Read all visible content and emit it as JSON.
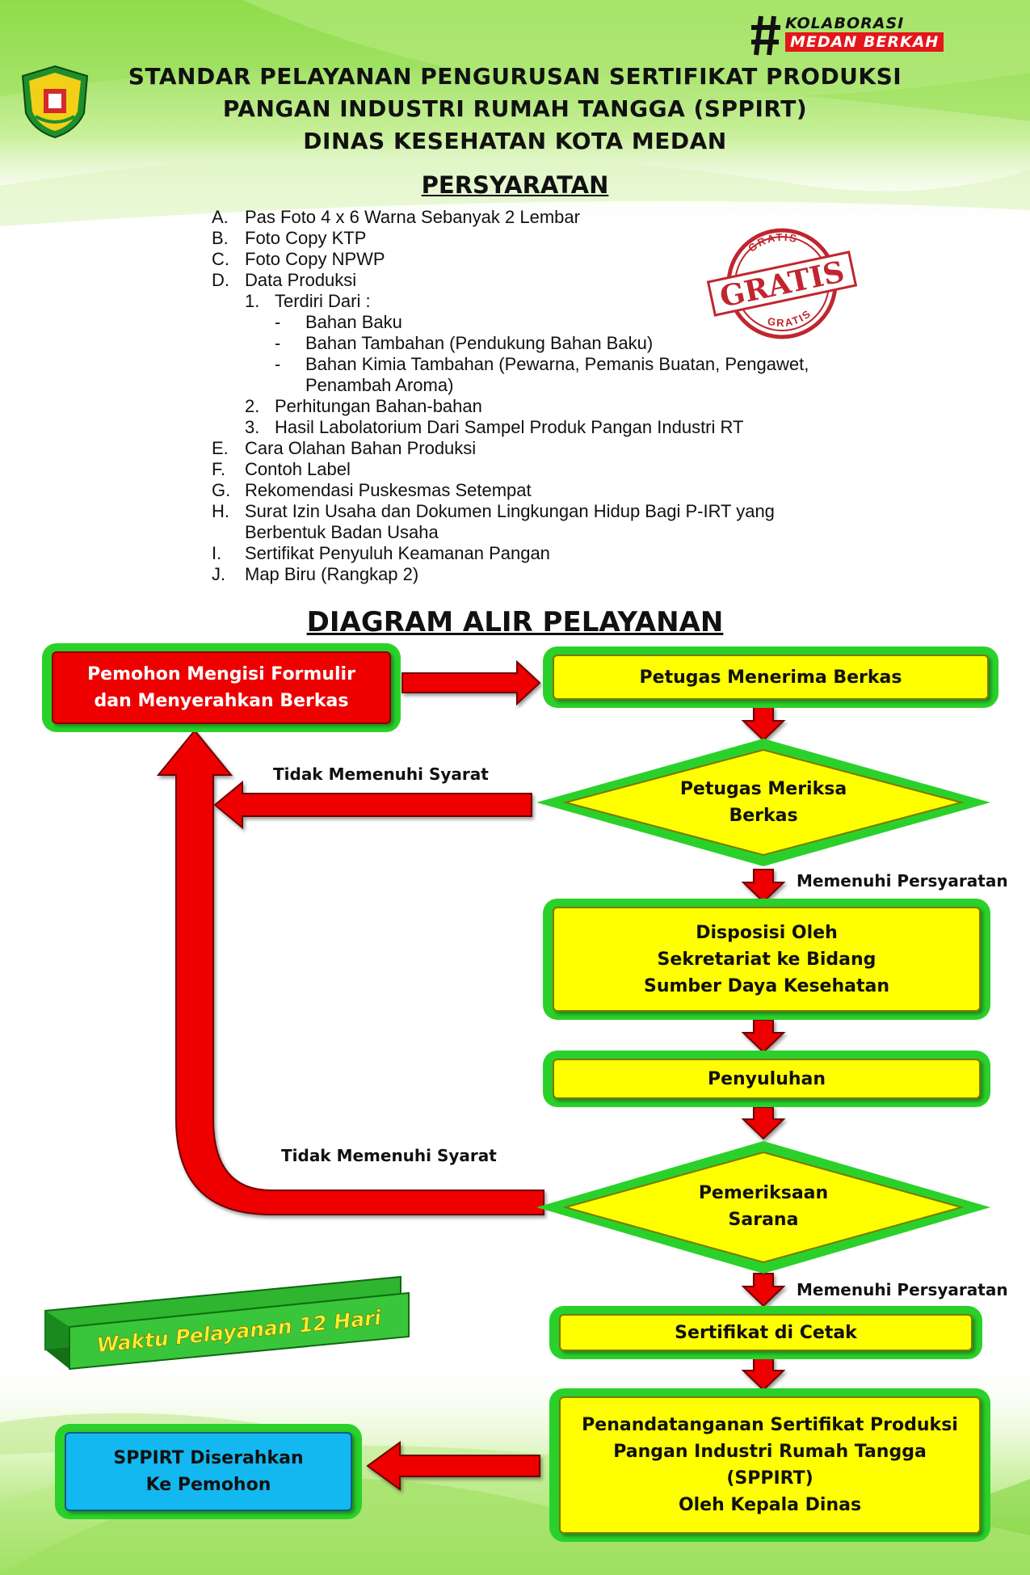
{
  "header": {
    "hashtag_top": "KOLABORASI",
    "hashtag_bottom": "MEDAN BERKAH",
    "title_lines": [
      "STANDAR PELAYANAN PENGURUSAN SERTIFIKAT PRODUKSI",
      "PANGAN INDUSTRI RUMAH TANGGA (SPPIRT)",
      "DINAS KESEHATAN KOTA MEDAN"
    ]
  },
  "stamp": {
    "top": "GRATIS",
    "middle": "GRATIS",
    "bottom": "GRATIS"
  },
  "requirements": {
    "heading": "PERSYARATAN",
    "items": [
      {
        "marker": "A.",
        "text": "Pas Foto 4 x 6 Warna Sebanyak 2 Lembar"
      },
      {
        "marker": "B.",
        "text": "Foto Copy KTP"
      },
      {
        "marker": "C.",
        "text": "Foto Copy NPWP"
      },
      {
        "marker": "D.",
        "text": "Data Produksi"
      },
      {
        "marker": "1.",
        "text": "Terdiri Dari :"
      },
      {
        "marker": "-",
        "text": "Bahan Baku"
      },
      {
        "marker": "-",
        "text": "Bahan Tambahan (Pendukung Bahan Baku)"
      },
      {
        "marker": "-",
        "text": "Bahan Kimia Tambahan (Pewarna, Pemanis Buatan, Pengawet,"
      },
      {
        "marker": "",
        "text": "Penambah Aroma)"
      },
      {
        "marker": "2.",
        "text": "Perhitungan Bahan-bahan"
      },
      {
        "marker": "3.",
        "text": "Hasil Labolatorium Dari Sampel Produk Pangan Industri RT"
      },
      {
        "marker": "E.",
        "text": "Cara Olahan Bahan Produksi"
      },
      {
        "marker": "F.",
        "text": "Contoh Label"
      },
      {
        "marker": "G.",
        "text": "Rekomendasi Puskesmas Setempat"
      },
      {
        "marker": "H.",
        "text": "Surat Izin Usaha dan Dokumen Lingkungan Hidup Bagi P-IRT yang"
      },
      {
        "marker": "",
        "text": "Berbentuk Badan Usaha"
      },
      {
        "marker": "I.",
        "text": "Sertifikat Penyuluh Keamanan Pangan"
      },
      {
        "marker": "J.",
        "text": "Map Biru (Rangkap 2)"
      }
    ]
  },
  "diagram": {
    "heading": "DIAGRAM ALIR PELAYANAN",
    "nodes": {
      "applicant": "Pemohon Mengisi Formulir\ndan Menyerahkan Berkas",
      "receive": "Petugas Menerima  Berkas",
      "check": "Petugas Meriksa\nBerkas",
      "disposition": "Disposisi Oleh\nSekretariat ke Bidang\nSumber Daya Kesehatan",
      "counseling": "Penyuluhan",
      "inspection": "Pemeriksaan\nSarana",
      "print": "Sertifikat di Cetak",
      "signing": "Penandatanganan Sertifikat Produksi\nPangan Industri Rumah Tangga\n(SPPIRT)\nOleh Kepala Dinas",
      "handover": "SPPIRT Diserahkan\nKe Pemohon"
    },
    "labels": {
      "fail_1": "Tidak Memenuhi Syarat",
      "pass_1": "Memenuhi Persyaratan",
      "fail_2": "Tidak Memenuhi Syarat",
      "pass_2": "Memenuhi Persyaratan"
    },
    "service_time": "Waktu Pelayanan 12 Hari"
  },
  "colors": {
    "frame_green": "#2bd12b",
    "box_yellow": "#ffff00",
    "box_red": "#ee0000",
    "box_blue": "#13b8f0",
    "arrow_red": "#ee0000"
  }
}
